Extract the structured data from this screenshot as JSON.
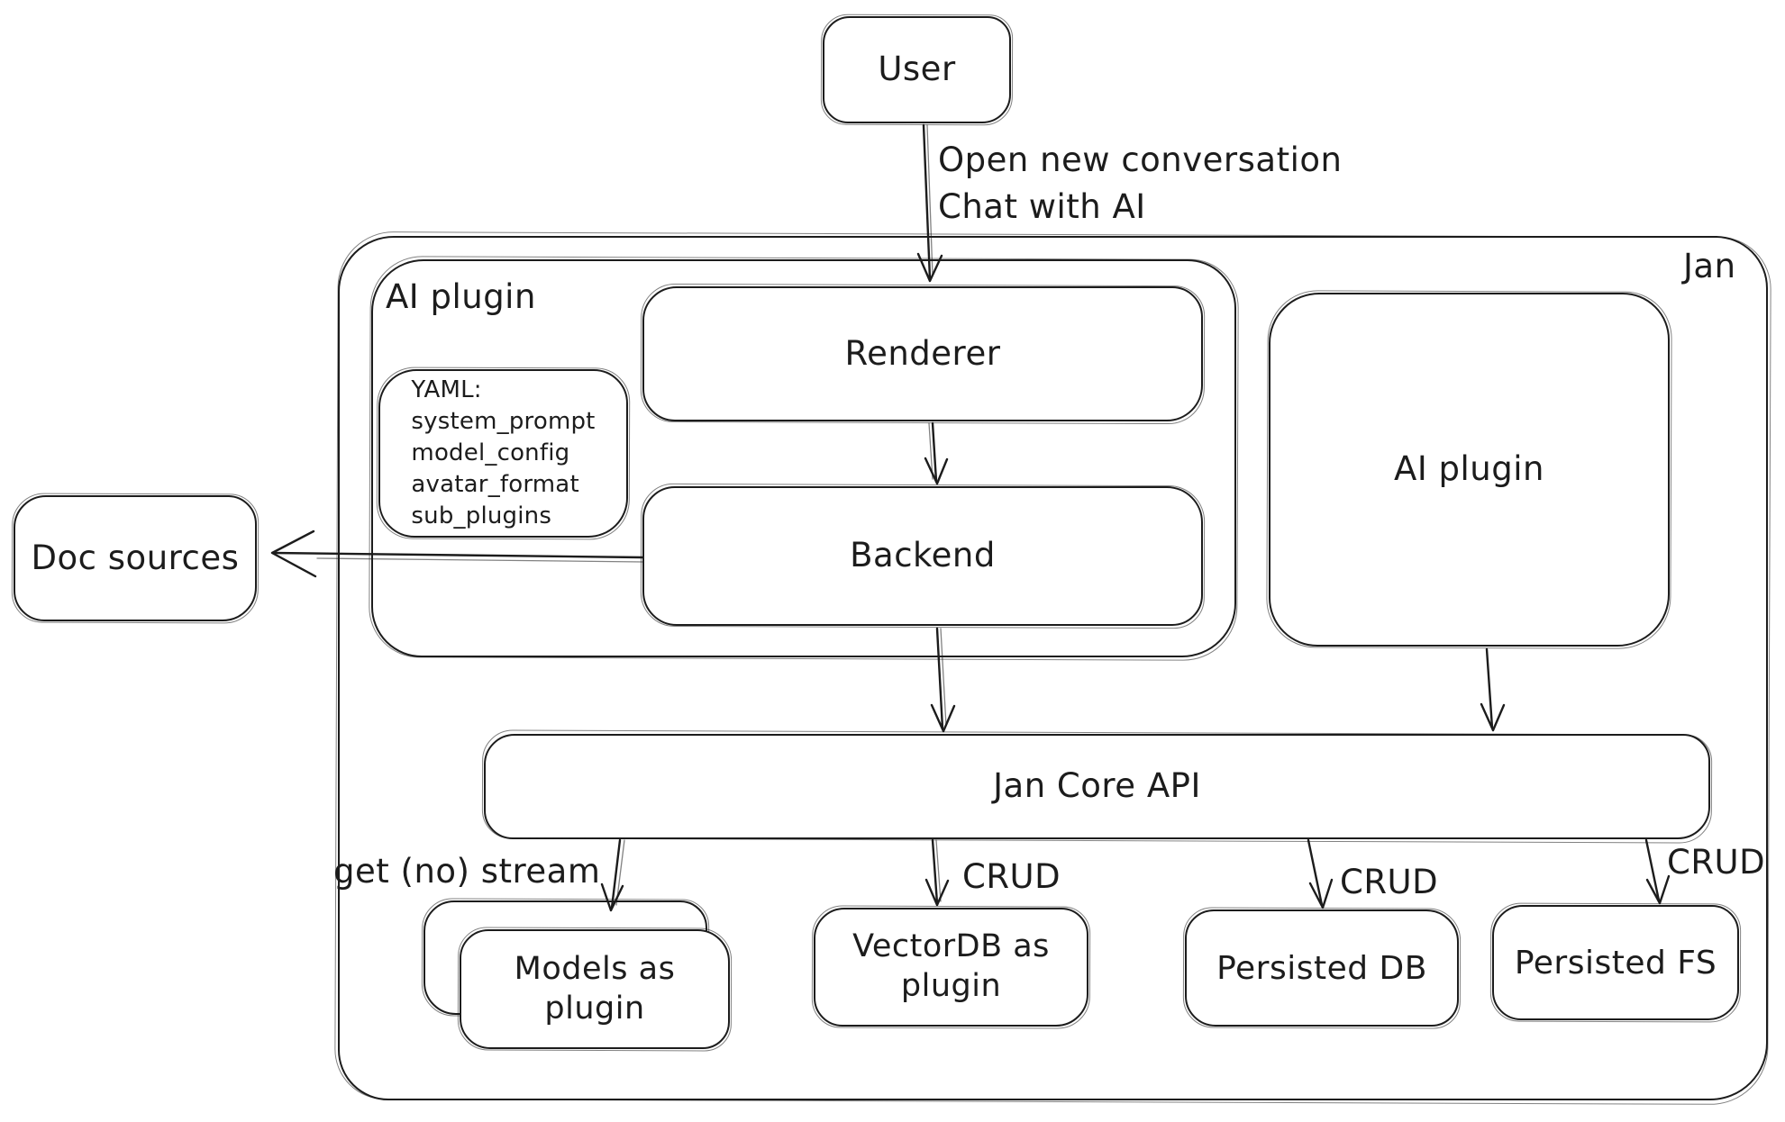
{
  "diagram": {
    "nodes": {
      "user": {
        "label": "User"
      },
      "jan": {
        "label": "Jan"
      },
      "ai_plugin_container": {
        "label": "AI plugin"
      },
      "renderer": {
        "label": "Renderer"
      },
      "backend": {
        "label": "Backend"
      },
      "yaml_note": {
        "lines": [
          "YAML:",
          "system_prompt",
          "model_config",
          "avatar_format",
          "sub_plugins"
        ]
      },
      "ai_plugin_right": {
        "label": "AI plugin"
      },
      "doc_sources": {
        "label": "Doc sources"
      },
      "jan_core_api": {
        "label": "Jan Core API"
      },
      "models_plugin": {
        "label": "Models as plugin"
      },
      "vectordb_plugin": {
        "label": "VectorDB as plugin"
      },
      "persisted_db": {
        "label": "Persisted DB"
      },
      "persisted_fs": {
        "label": "Persisted FS"
      }
    },
    "edge_labels": {
      "user_to_renderer_line1": "Open new conversation",
      "user_to_renderer_line2": "Chat with AI",
      "api_to_models": "get (no) stream",
      "api_to_vectordb": "CRUD",
      "api_to_persisted_db": "CRUD",
      "api_to_persisted_fs": "CRUD"
    },
    "colors": {
      "stroke": "#1c1c1c",
      "background": "#ffffff"
    }
  }
}
